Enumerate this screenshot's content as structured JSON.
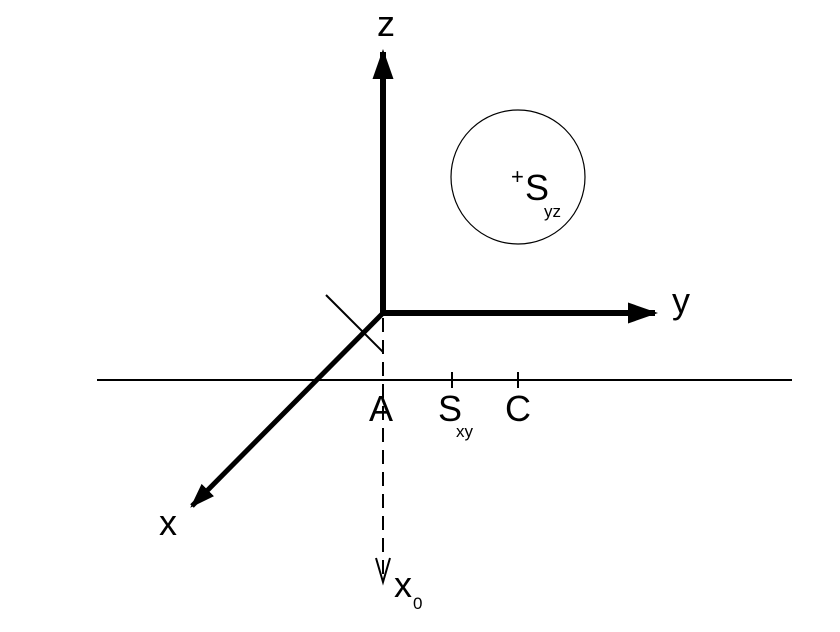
{
  "axes": {
    "z": "z",
    "y": "y",
    "x": "x",
    "x0": {
      "main": "x",
      "sub": "0"
    }
  },
  "points": {
    "A": "A",
    "Sxy": {
      "main": "S",
      "sub": "xy"
    },
    "C": "C",
    "Syz": {
      "main": "S",
      "sub": "yz",
      "marker": "+"
    }
  },
  "colors": {
    "ink": "#000000",
    "background": "#ffffff"
  }
}
